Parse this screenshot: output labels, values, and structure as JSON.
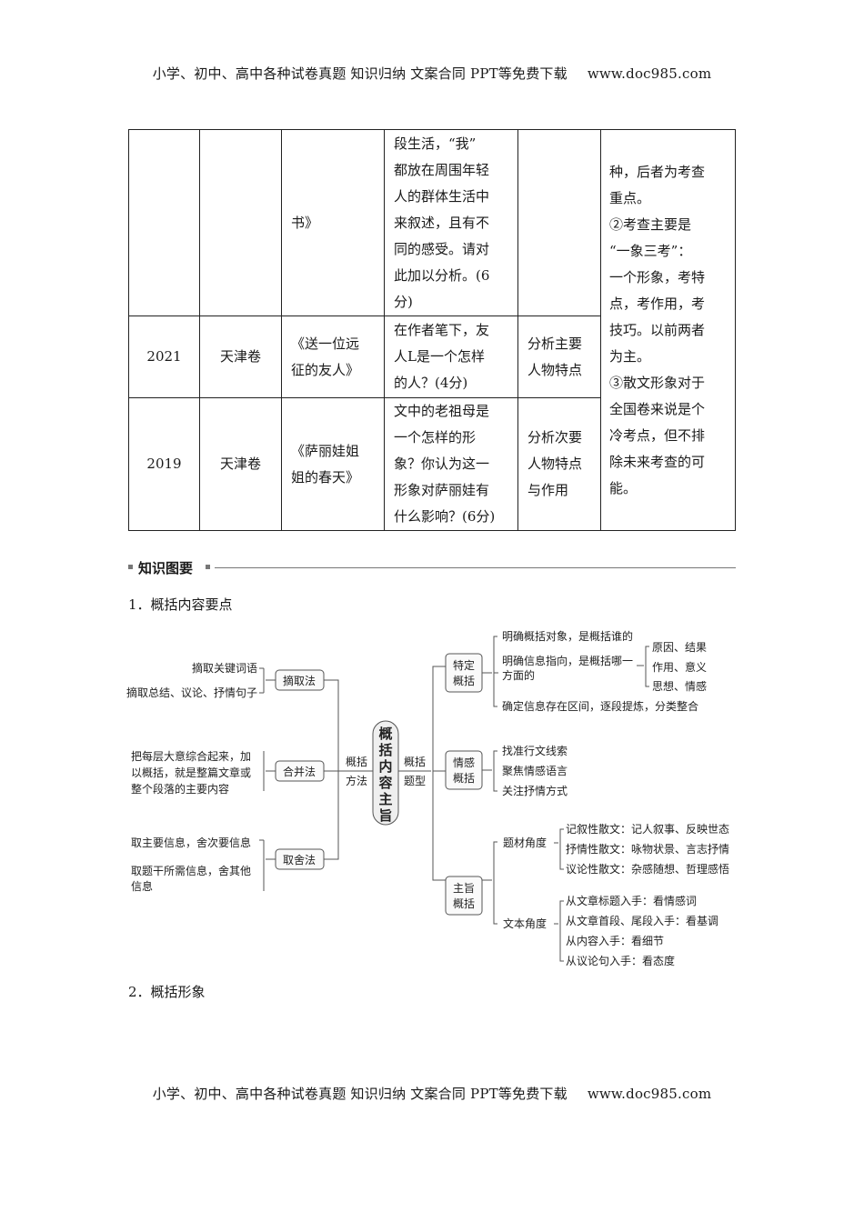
{
  "header": {
    "text": "小学、初中、高中各种试卷真题  知识归纳  文案合同  PPT等免费下载",
    "site": "www.doc985.com"
  },
  "footer": {
    "text": "小学、初中、高中各种试卷真题  知识归纳  文案合同  PPT等免费下载",
    "site": "www.doc985.com"
  },
  "table": {
    "row1": {
      "title": "书》",
      "question": [
        "段生活，“我”",
        "都放在周围年轻",
        "人的群体生活中",
        "来叙述，且有不",
        "同的感受。请对",
        "此加以分析。(6",
        "分)"
      ]
    },
    "row2": {
      "year": "2021",
      "region": "天津卷",
      "title": [
        "《送一位远",
        "征的友人》"
      ],
      "question": [
        "在作者笔下，友",
        "人L是一个怎样",
        "的人？(4分)"
      ],
      "type": [
        "分析主要",
        "人物特点"
      ]
    },
    "row3": {
      "year": "2019",
      "region": "天津卷",
      "title": [
        "《萨丽娃姐",
        "姐的春天》"
      ],
      "question": [
        "文中的老祖母是",
        "一个怎样的形",
        "象？你认为这一",
        "形象对萨丽娃有",
        "什么影响？(6分)"
      ],
      "type": [
        "分析次要",
        "人物特点",
        "与作用"
      ]
    },
    "note": [
      "种，后者为考查",
      "重点。",
      "②考查主要是",
      "“一象三考”：",
      "一个形象，考特",
      "点，考作用，考",
      "技巧。以前两者",
      "为主。",
      "③散文形象对于",
      "全国卷来说是个",
      "冷考点，但不排",
      "除未来考查的可",
      "能。"
    ]
  },
  "section": {
    "label": "知识图要"
  },
  "sub1": {
    "num": "1．",
    "label": "概括内容要点"
  },
  "sub2": {
    "num": "2．",
    "label": "概括形象"
  },
  "mindmap": {
    "center": [
      "概",
      "括",
      "内",
      "容",
      "主",
      "旨"
    ],
    "left_branch": [
      "概括",
      "方法"
    ],
    "right_branch": [
      "概括",
      "题型"
    ],
    "methods": [
      {
        "name": "摘取法",
        "items": [
          [
            "摘取关键词语"
          ],
          [
            "摘取总结、议论、抒情句子"
          ]
        ]
      },
      {
        "name": "合并法",
        "items": [
          [
            "把每层大意综合起来，加",
            "以概括，就是整篇文章或",
            "整个段落的主要内容"
          ]
        ]
      },
      {
        "name": "取舍法",
        "items": [
          [
            "取主要信息，舍次要信息"
          ],
          [
            "取题干所需信息，舍其他",
            "信息"
          ]
        ]
      }
    ],
    "types": [
      {
        "name": [
          "特定",
          "概括"
        ],
        "items": [
          "明确概括对象，是概括谁的",
          "明确信息指向，是概括哪一",
          "方面的",
          "确定信息存在区间，逐段提炼，分类整合"
        ],
        "sub": [
          "原因、结果",
          "作用、意义",
          "思想、情感"
        ]
      },
      {
        "name": [
          "情感",
          "概括"
        ],
        "items": [
          "找准行文线索",
          "聚焦情感语言",
          "关注抒情方式"
        ]
      },
      {
        "name": [
          "主旨",
          "概括"
        ],
        "angles": [
          {
            "name": "题材角度",
            "items": [
              "记叙性散文：记人叙事、反映世态",
              "抒情性散文：咏物状景、言志抒情",
              "议论性散文：杂感随想、哲理感悟"
            ]
          },
          {
            "name": "文本角度",
            "items": [
              "从文章标题入手：看情感词",
              "从文章首段、尾段入手：看基调",
              "从内容入手：看细节",
              "从议论句入手：看态度"
            ]
          }
        ]
      }
    ]
  }
}
